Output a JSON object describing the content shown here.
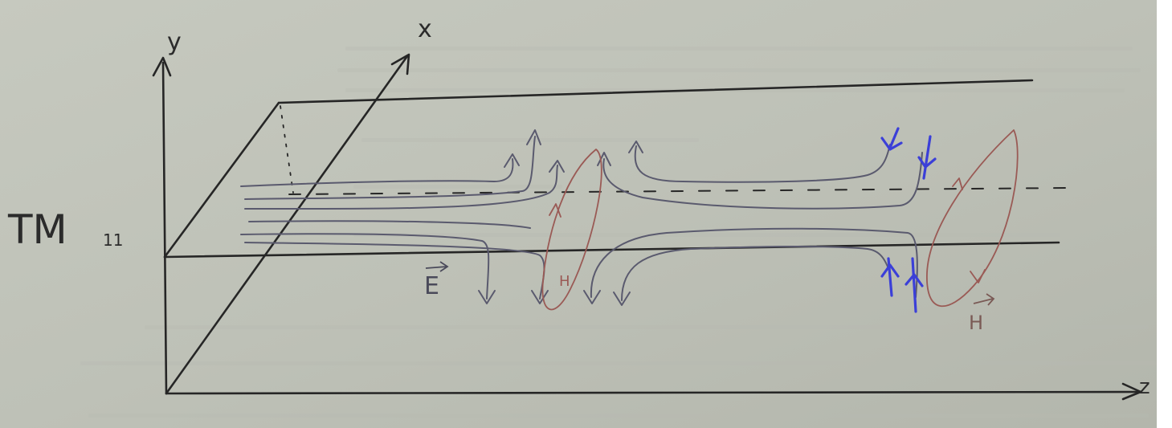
{
  "labels": {
    "mode": "TM",
    "mode_subscript": "11",
    "axis_y": "y",
    "axis_x": "x",
    "axis_z": "z",
    "e_field": "E",
    "h_field_left": "H",
    "h_field_right": "H"
  },
  "colors": {
    "paper": "#bfc2b9",
    "ink": "#262626",
    "e_field": "#5a5a6e",
    "h_field": "#9a5a55",
    "blue_arrows": "#3b3fd8"
  }
}
